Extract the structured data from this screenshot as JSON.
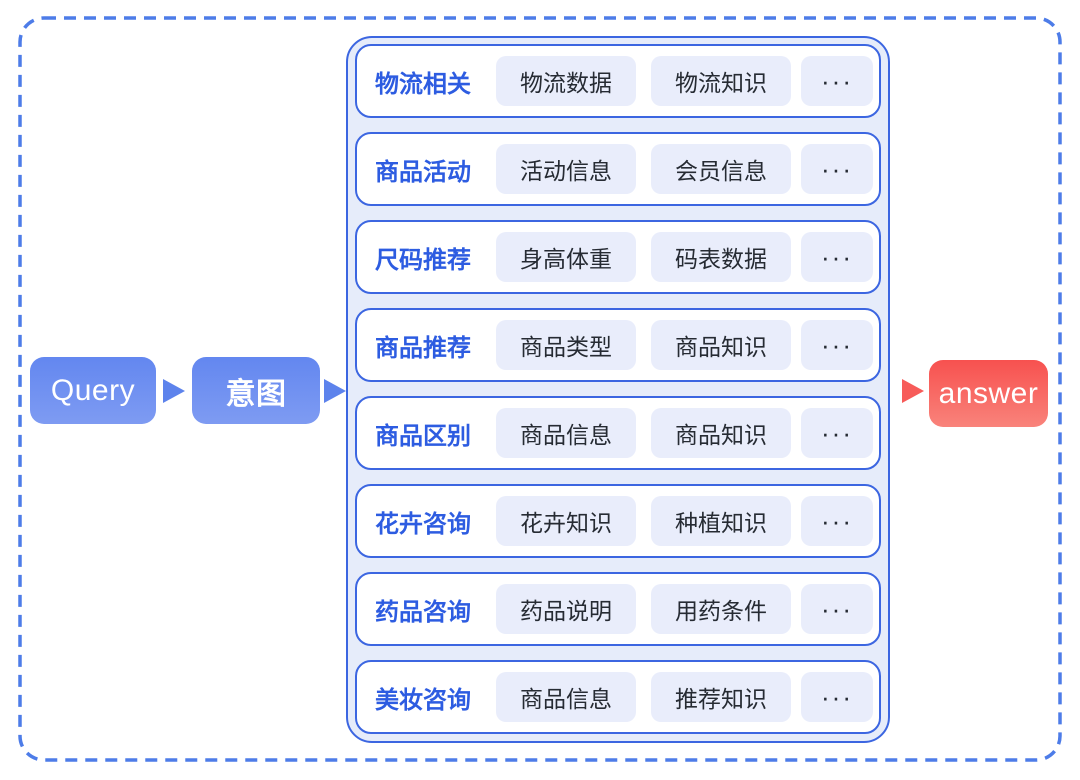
{
  "flow": {
    "query_label": "Query",
    "intent_label": "意图",
    "answer_label": "answer"
  },
  "intents": [
    {
      "label": "物流相关",
      "chips": [
        "物流数据",
        "物流知识"
      ],
      "more": "···"
    },
    {
      "label": "商品活动",
      "chips": [
        "活动信息",
        "会员信息"
      ],
      "more": "···"
    },
    {
      "label": "尺码推荐",
      "chips": [
        "身高体重",
        "码表数据"
      ],
      "more": "···"
    },
    {
      "label": "商品推荐",
      "chips": [
        "商品类型",
        "商品知识"
      ],
      "more": "···"
    },
    {
      "label": "商品区别",
      "chips": [
        "商品信息",
        "商品知识"
      ],
      "more": "···"
    },
    {
      "label": "花卉咨询",
      "chips": [
        "花卉知识",
        "种植知识"
      ],
      "more": "···"
    },
    {
      "label": "药品咨询",
      "chips": [
        "药品说明",
        "用药条件"
      ],
      "more": "···"
    },
    {
      "label": "美妆咨询",
      "chips": [
        "商品信息",
        "推荐知识"
      ],
      "more": "···"
    }
  ],
  "colors": {
    "frame_dash": "#4d7ce8",
    "panel_border": "#3c66e1",
    "panel_bg": "#e6ecfa",
    "row_bg": "#ffffff",
    "label_blue": "#2d5ce1",
    "chip_bg": "#e9edfb",
    "chip_text": "#262b33",
    "node_blue_top": "#6387f0",
    "node_blue_bottom": "#7e9bf2",
    "arrow_blue": "#5d83ec",
    "node_red_top": "#f7514f",
    "node_red_bottom": "#f9837b",
    "arrow_red": "#f75b59"
  }
}
